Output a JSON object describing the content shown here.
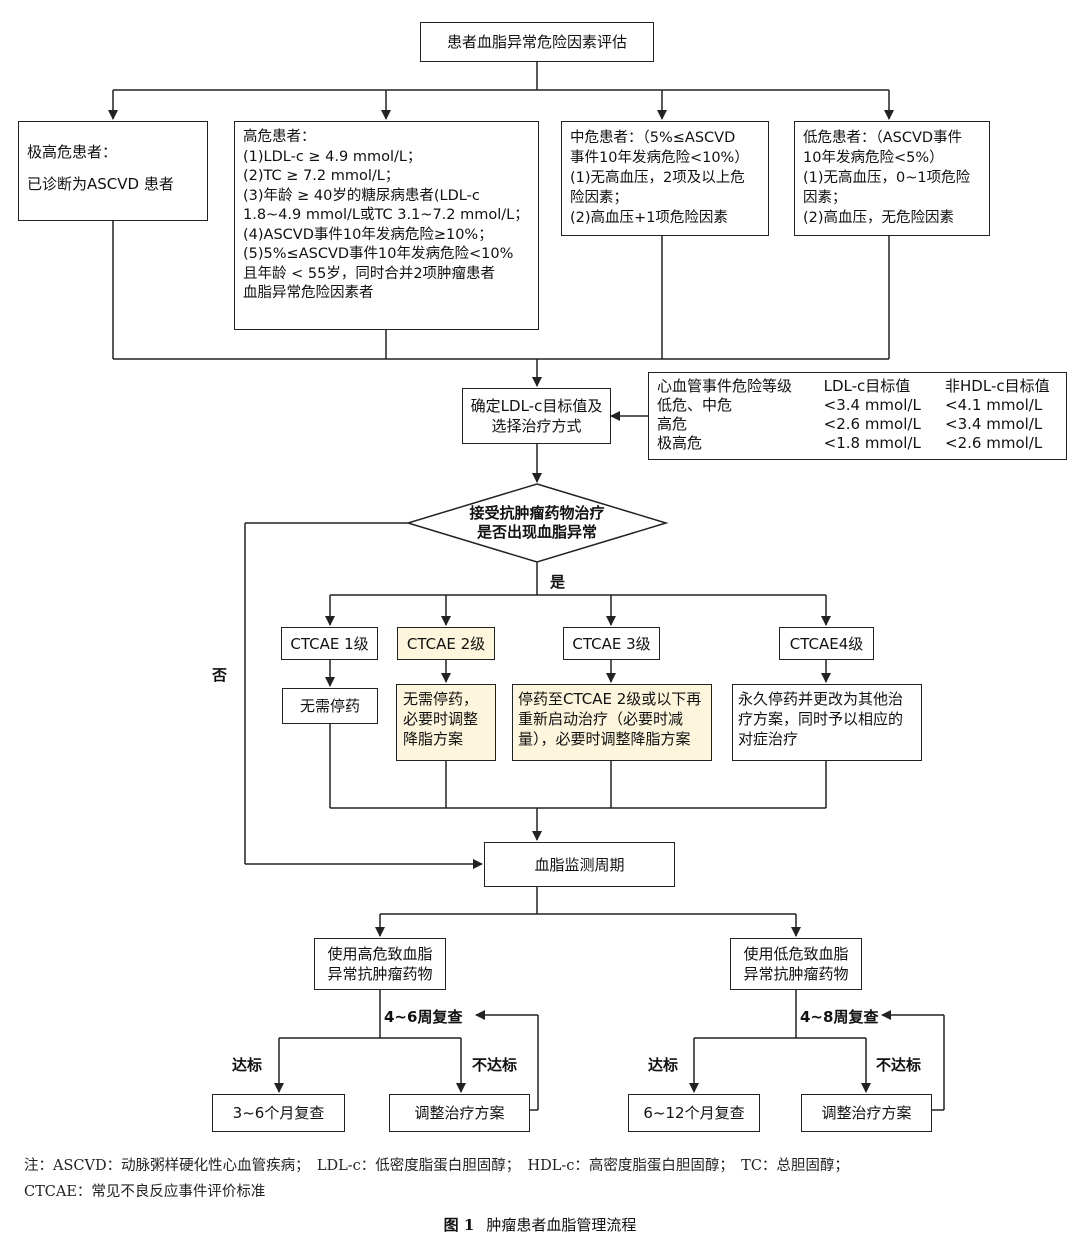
{
  "title": "患者血脂异常危险因素评估",
  "risk": {
    "very_high": [
      "极高危患者：",
      "",
      "已诊断为ASCVD 患者"
    ],
    "high": [
      "高危患者：",
      "(1)LDL-c ≥ 4.9 mmol/L；",
      "(2)TC ≥ 7.2 mmol/L；",
      "(3)年龄 ≥ 40岁的糖尿病患者(LDL-c",
      "1.8~4.9 mmol/L或TC 3.1~7.2 mmol/L；",
      "(4)ASCVD事件10年发病危险≥10%；",
      "(5)5%≤ASCVD事件10年发病危险<10%",
      "且年龄 < 55岁，同时合并2项肿瘤患者",
      "血脂异常危险因素者"
    ],
    "mid": [
      "中危患者：（5%≤ASCVD",
      "事件10年发病危险<10%）",
      "(1)无高血压，2项及以上危",
      "险因素；",
      "(2)高血压+1项危险因素"
    ],
    "low": [
      "低危患者：（ASCVD事件",
      "10年发病危险<5%）",
      "(1)无高血压，0~1项危险",
      "因素；",
      "(2)高血压，无危险因素"
    ]
  },
  "target_box": [
    "确定LDL-c目标值及",
    "选择治疗方式"
  ],
  "target_table": {
    "headers": [
      "心血管事件危险等级",
      "LDL-c目标值",
      "非HDL-c目标值"
    ],
    "rows": [
      [
        "低危、中危",
        "<3.4 mmol/L",
        "<4.1 mmol/L"
      ],
      [
        "高危",
        "<2.6 mmol/L",
        "<3.4 mmol/L"
      ],
      [
        "极高危",
        "<1.8 mmol/L",
        "<2.6 mmol/L"
      ]
    ]
  },
  "decision": [
    "接受抗肿瘤药物治疗",
    "是否出现血脂异常"
  ],
  "yes_label": "是",
  "no_label": "否",
  "ctcae": {
    "g1": "CTCAE 1级",
    "g2": "CTCAE 2级",
    "g3": "CTCAE 3级",
    "g4": "CTCAE4级"
  },
  "actions": {
    "a1": [
      "无需停药"
    ],
    "a2": [
      "无需停药，",
      "必要时调整",
      "降脂方案"
    ],
    "a3": [
      "停药至CTCAE 2级或以下再",
      "重新启动治疗（必要时减",
      "量），必要时调整降脂方案"
    ],
    "a4": [
      "永久停药并更改为其他治",
      "疗方案，同时予以相应的",
      "对症治疗"
    ]
  },
  "monitor": "血脂监测周期",
  "high_drug": [
    "使用高危致血脂",
    "异常抗肿瘤药物"
  ],
  "low_drug": [
    "使用低危致血脂",
    "异常抗肿瘤药物"
  ],
  "recheck_high": "4~6周复查",
  "recheck_low": "4~8周复查",
  "reach": "达标",
  "not_reach": "不达标",
  "end_high_ok": "3~6个月复查",
  "end_low_ok": "6~12个月复查",
  "adjust": "调整治疗方案",
  "note": [
    "注：ASCVD：动脉粥样硬化性心血管疾病；　LDL-c：低密度脂蛋白胆固醇；　HDL-c：高密度脂蛋白胆固醇；　TC：总胆固醇；",
    "CTCAE：常见不良反应事件评价标准"
  ],
  "caption": {
    "fig": "图 1",
    "text": "肿瘤患者血脂管理流程"
  }
}
